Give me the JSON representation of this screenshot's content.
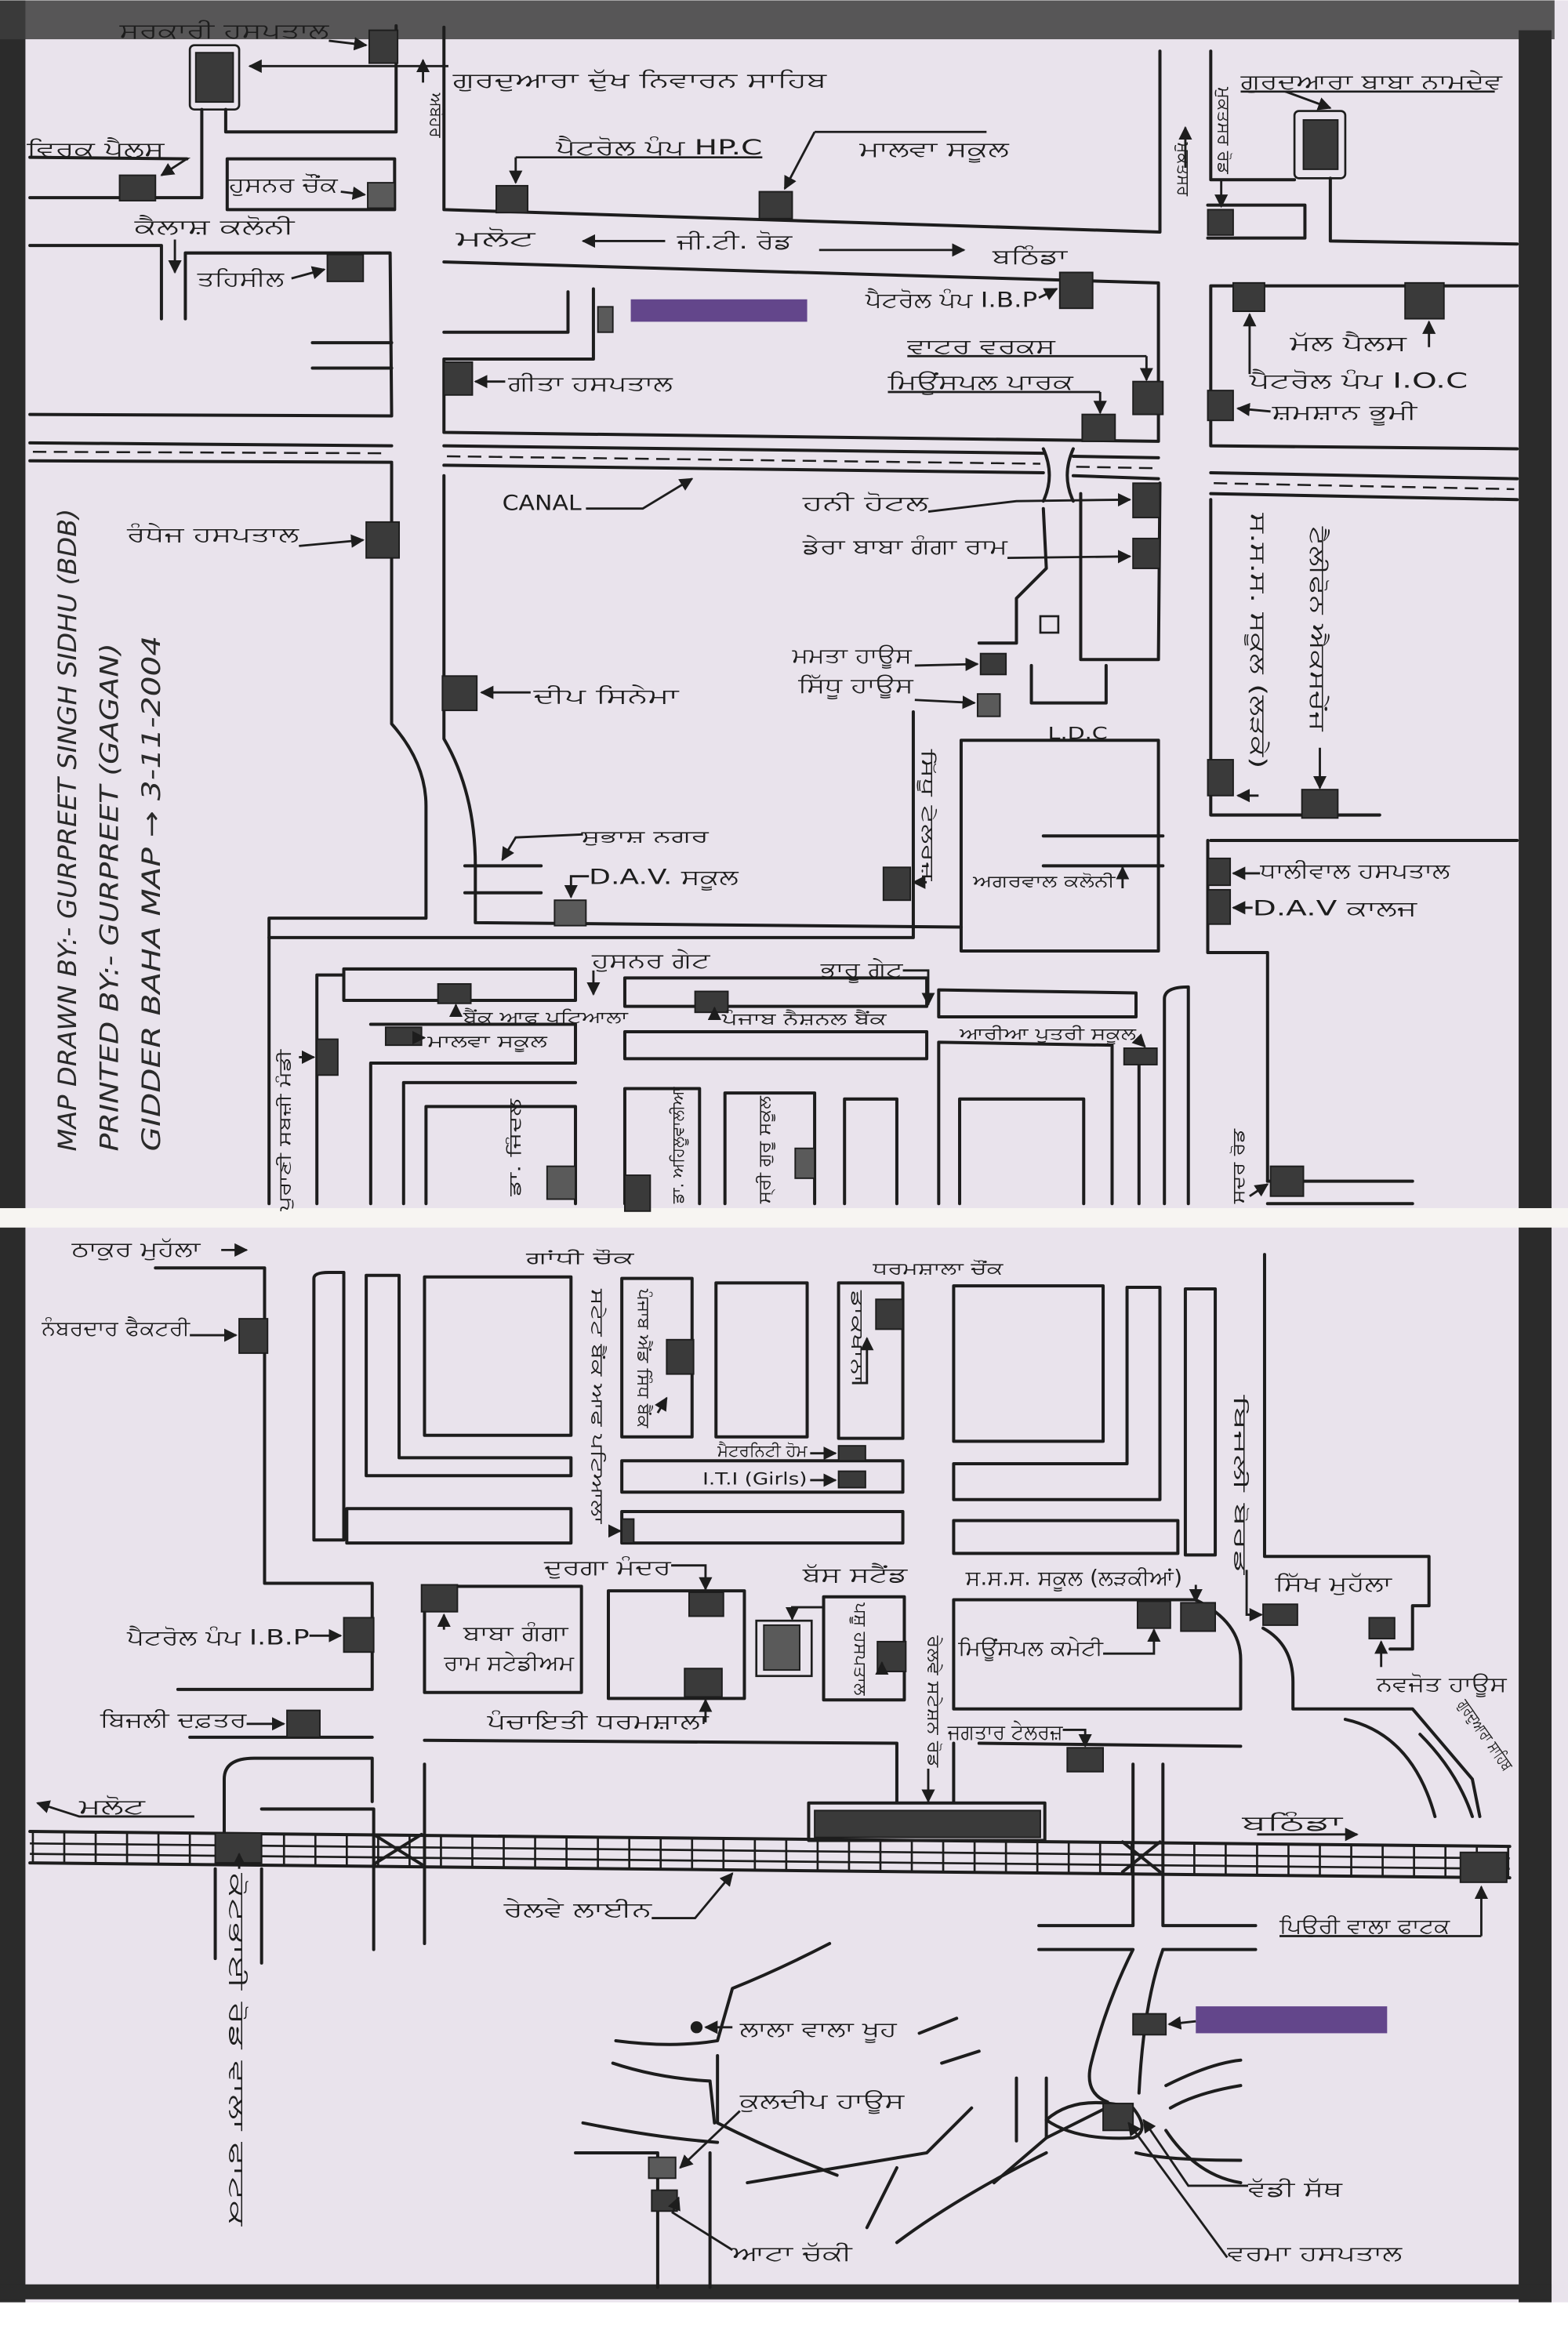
{
  "colors": {
    "paper": "#e9e3ec",
    "ink": "#1d1d1d",
    "building": "#3a3a3a",
    "frame": "#2b2b2b",
    "highlight": "#4b2a7a"
  },
  "credits": {
    "drawn_by": "MAP DRAWN BY:- GURPREET SINGH SIDHU (BDB)",
    "printed_by": "PRINTED BY:- GURPREET (GAGAN)",
    "map_title": "GIDDER BAHA MAP → 3-11-2004"
  },
  "labels": {
    "sarkari_haspatal": "ਸਰਕਾਰੀ ਹਸਪਤਾਲ",
    "gurdwara_dukh_nivaran": "ਗੁਰਦੁਆਰਾ ਦੁੱਖ ਨਿਵਾਰਨ ਸਾਹਿਬ",
    "abohar": "ਅਬੋਹਰ",
    "virk_palace": "ਵਿਰਕ ਪੈਲਸ",
    "husnar_chowk": "ਹੁਸਨਰ ਚੌਂਕ",
    "kailash_colony": "ਕੈਲਾਸ਼ ਕਲੋਨੀ",
    "tehsil": "ਤਹਿਸੀਲ",
    "petrol_pump_hpc": "ਪੈਟਰੋਲ ਪੰਪ HP.C",
    "malwa_school": "ਮਾਲਵਾ ਸਕੂਲ",
    "malout_top": "ਮਲੋਟ",
    "gt_road": "ਜੀ.ਟੀ. ਰੋਡ",
    "bathinda_top": "ਬਠਿੰਡਾ",
    "gurdwara_namdev": "ਗੁਰਦੁਆਰਾ ਬਾਬਾ ਨਾਮਦੇਵ",
    "muktsar_1": "ਮੁਕਤਸਰ",
    "muktsar_2": "ਮੁਕਤਸਰ ਰੋਡ",
    "petrol_pump_ibp_top": "ਪੈਟਰੋਲ ਪੰਪ I.B.P",
    "water_works": "ਵਾਟਰ ਵਰਕਸ",
    "municipal_park": "ਮਿਊਂਸਪਲ ਪਾਰਕ",
    "geeta_hospital": "ਗੀਤਾ ਹਸਪਤਾਲ",
    "mall_palace": "ਮੱਲ ਪੈਲਸ",
    "petrol_pump_ioc": "ਪੈਟਰੋਲ ਪੰਪ I.O.C",
    "samman_bhoomi": "ਸ਼ਮਸ਼ਾਨ ਭੂਮੀ",
    "canal": "CANAL",
    "randhej_hospital": "ਰੰਧੇਜ ਹਸਪਤਾਲ",
    "honey_hotel": "ਹਨੀ ਹੋਟਲ",
    "dera_baba_ganga_ram": "ਡੇਰਾ ਬਾਬਾ ਗੰਗਾ ਰਾਮ",
    "mamta_house": "ਮਮਤਾ ਹਾਊਸ",
    "sidhu_house": "ਸਿੱਧੂ ਹਾਊਸ",
    "ldc": "L.D.C",
    "deep_cinema": "ਦੀਪ ਸਿਨੇਮਾ",
    "sss_school_boys": "ਸ.ਸ.ਸ. ਸਕੂਲ (ਲੜਕੇ)",
    "telephone_exchange": "ਟੈਲੀਫੋਨ ਐਕਸਚੇਂਜ",
    "subhash_nagar": "ਸੁਭਾਸ਼ ਨਗਰ",
    "dav_school": "D.A.V. ਸਕੂਲ",
    "sidhu_tailors": "ਸਿੱਧੂ ਟੇਲਰਜ਼",
    "agarwal_colony": "ਅਗਰਵਾਲ ਕਲੋਨੀ",
    "dhaliwal_hospital": "ਧਾਲੀਵਾਲ ਹਸਪਤਾਲ",
    "dav_college": "D.A.V ਕਾਲਜ",
    "husnar_gate": "ਹੁਸਨਰ ਗੇਟ",
    "bharu_gate": "ਭਾਰੂ ਗੇਟ",
    "bank_of_patiala": "ਬੈਂਕ ਆਫ ਪਟਿਆਲਾ",
    "punjab_national_bank": "ਪੰਜਾਬ ਨੈਸ਼ਨਲ ਬੈਂਕ",
    "arya_putri_school": "ਆਰੀਆ ਪੁਤਰੀ ਸਕੂਲ",
    "malwa_school_2": "ਮਾਲਵਾ ਸਕੂਲ",
    "purani_sabzi_mandi": "ਪੁਰਾਣੀ ਸਬਜ਼ੀ ਮੰਡੀ",
    "dr_jindal": "ਡਾ. ਜਿੰਦਲ",
    "dr_ahluwalia": "ਡਾ. ਅਹਿਲੂਵਾਲੀਆ",
    "guru_school": "ਸ੍ਰੀ ਗੁਰੂ ਸਕੂਲ",
    "sadar_road": "ਸਦਰ ਰੋਡ",
    "thakur_mohalla": "ਠਾਕੁਰ ਮੁਹੱਲਾ",
    "gandhi_chowk": "ਗਾਂਧੀ ਚੌਕ",
    "dharamshala_chowk": "ਧਰਮਸ਼ਾਲਾ ਚੌਂਕ",
    "numberdar_factory": "ਨੰਬਰਦਾਰ ਫੈਕਟਰੀ",
    "state_bank": "ਸਟੇਟ ਬੈਂਕ ਆਫ ਪਟਿਆਲਾ",
    "punjab_sind_bank": "ਪੰਜਾਬ ਐਂਡ ਸਿੰਧ ਬੈਂਕ",
    "dakkhana": "ਡਾਕਖਾਨਾ",
    "maternity_home": "ਮੈਟਰਨਿਟੀ ਹੋਮ",
    "iti_girls": "I.T.I (Girls)",
    "bijli_board": "ਬਿਜਲੀ ਬੋਰਡ",
    "durga_mandir": "ਦੁਰਗਾ ਮੰਦਰ",
    "bus_stand": "ਬੱਸ ਸਟੈਂਡ",
    "sss_school_girls": "ਸ.ਸ.ਸ. ਸਕੂਲ (ਲੜਕੀਆਂ)",
    "sikh_mohalla": "ਸਿੱਖ ਮੁਹੱਲਾ",
    "petrol_pump_ibp_bottom": "ਪੈਟਰੋਲ ਪੰਪ I.B.P",
    "baba_ganga_ram_stadium_1": "ਬਾਬਾ ਗੰਗਾ",
    "baba_ganga_ram_stadium_2": "ਰਾਮ ਸਟੇਡੀਅਮ",
    "pashu_hospital": "ਪਸ਼ੂ ਹਸਪਤਾਲ",
    "municipal_committee": "ਮਿਊਂਸਪਲ ਕਮੇਟੀ",
    "navjot_house": "ਨਵਜੋਤ ਹਾਊਸ",
    "gurdwara_sahib": "ਗੁਰਦੁਆਰਾ ਸਾਹਿਬ",
    "bijli_daftar": "ਬਿਜਲੀ ਦਫ਼ਤਰ",
    "panchayati_dharamshala": "ਪੰਚਾਇਤੀ ਧਰਮਸ਼ਾਲਾ",
    "railway_station_road": "ਰੇਲਵੇ ਸਟੇਸ਼ਨ ਰੋਡ",
    "jagtar_tailors": "ਜਗਤਾਰ ਟੇਲਰਜ਼",
    "malout_bottom": "ਮਲੋਟ",
    "bathinda_bottom": "ਬਠਿੰਡਾ",
    "railway_line": "ਰੇਲਵੇ ਲਾਈਨ",
    "piuri_wala_phatak": "ਪਿਉਰੀ ਵਾਲਾ ਫਾਟਕ",
    "kotbhai_phatak": "ਕੋਟਭਾਈ ਰੋਡ ਵਾਲਾ ਫਾਟਕ",
    "lala_wala_khooh": "ਲਾਲਾ ਵਾਲਾ ਖੂਹ",
    "kuldeep_house": "ਕੁਲਦੀਪ ਹਾਊਸ",
    "atta_chakki": "ਆਟਾ ਚੱਕੀ",
    "vaddi_sath": "ਵੱਡੀ ਸੱਥ",
    "verma_hospital": "ਵਰਮਾ ਹਸਪਤਾਲ"
  }
}
